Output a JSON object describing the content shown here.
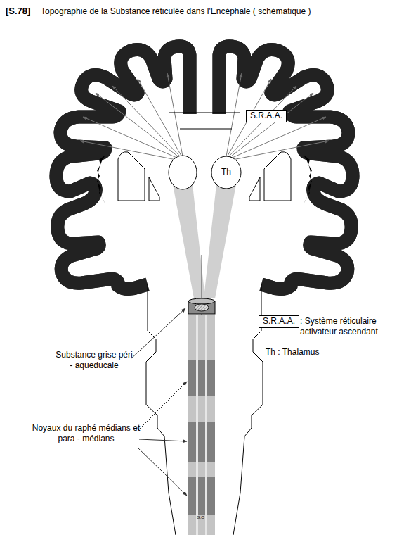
{
  "diagram": {
    "title": "Topographie de la Substance réticulée dans l'Encéphale ( schématique )",
    "nodes": [
      {
        "text": [
          "S.R.A.A."
        ]
      },
      {
        "text": [
          "Th"
        ]
      },
      {
        "text": [
          "S.R.A.A."
        ]
      }
    ],
    "labels": [
      "[S.78]",
      "Substance grise péri - aqueducale",
      "Noyaux du raphé médians et para - médians",
      ": Système réticulaire activateur ascendant",
      "Th : Thalamus",
      "G.O"
    ]
  }
}
